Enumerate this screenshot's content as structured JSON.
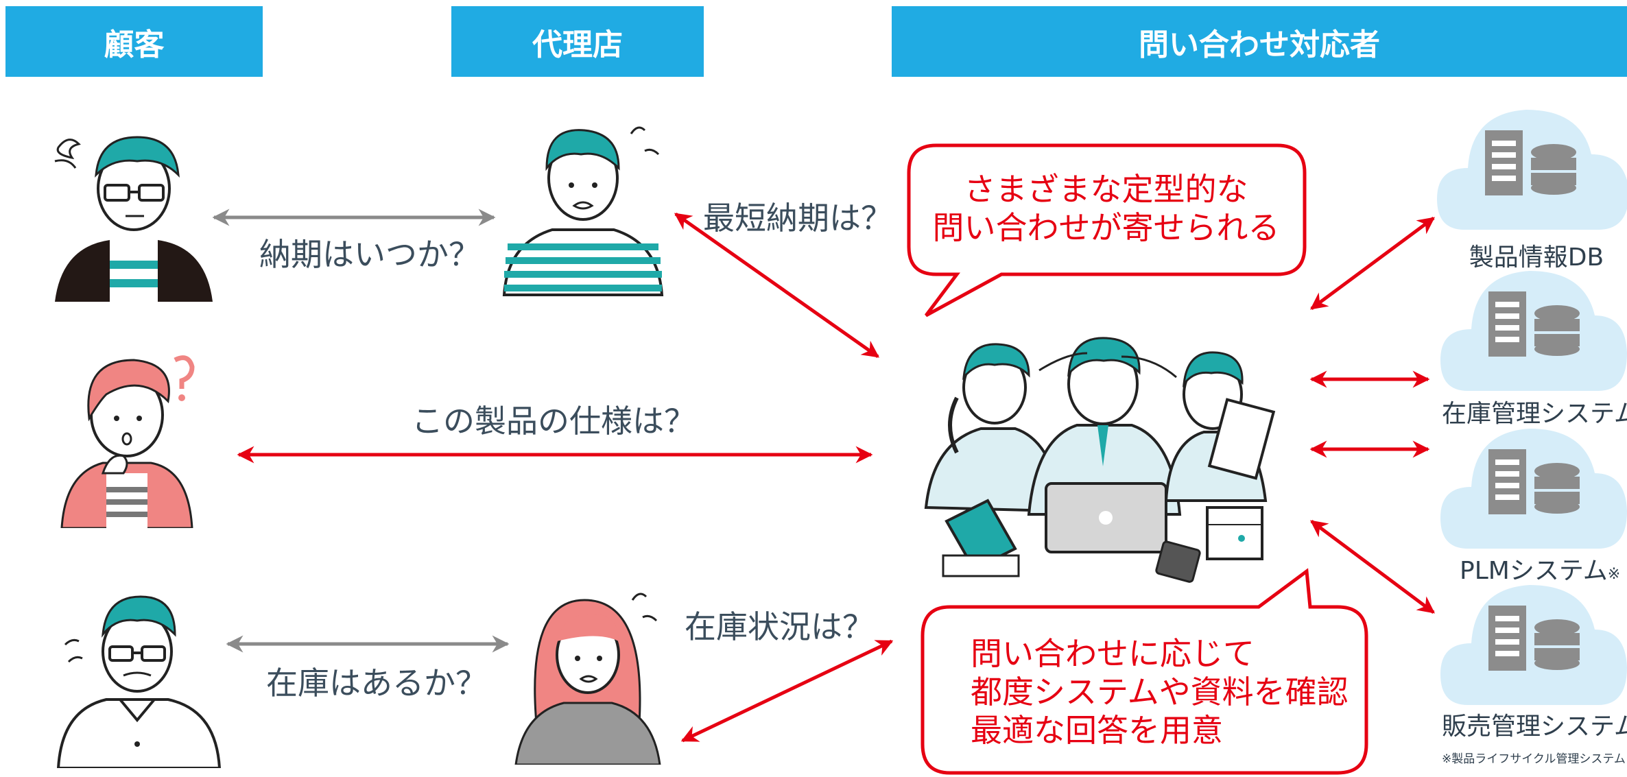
{
  "headers": {
    "customer": "顧客",
    "agency": "代理店",
    "responder": "問い合わせ対応者"
  },
  "questions": {
    "delivery_date": "納期はいつか？",
    "shortest_delivery": "最短納期は？",
    "product_spec": "この製品の仕様は？",
    "in_stock": "在庫はあるか？",
    "stock_status": "在庫状況は？"
  },
  "bubbles": {
    "top": [
      "さまざまな定型的な",
      "問い合わせが寄せられる"
    ],
    "bottom": [
      "問い合わせに応じて",
      "都度システムや資料を確認",
      "最適な回答を用意"
    ]
  },
  "systems": [
    {
      "label": "製品情報DB",
      "suffix": ""
    },
    {
      "label": "在庫管理システム",
      "suffix": ""
    },
    {
      "label": "PLMシステム",
      "suffix": "※"
    },
    {
      "label": "販売管理システム",
      "suffix": ""
    }
  ],
  "footnote": "※製品ライフサイクル管理システム",
  "colors": {
    "header": "#20ABE3",
    "accent_red": "#E60012",
    "teal": "#1FA9A8",
    "gray_arrow": "#8A8A8A",
    "cloud": "#D6EDF9"
  }
}
